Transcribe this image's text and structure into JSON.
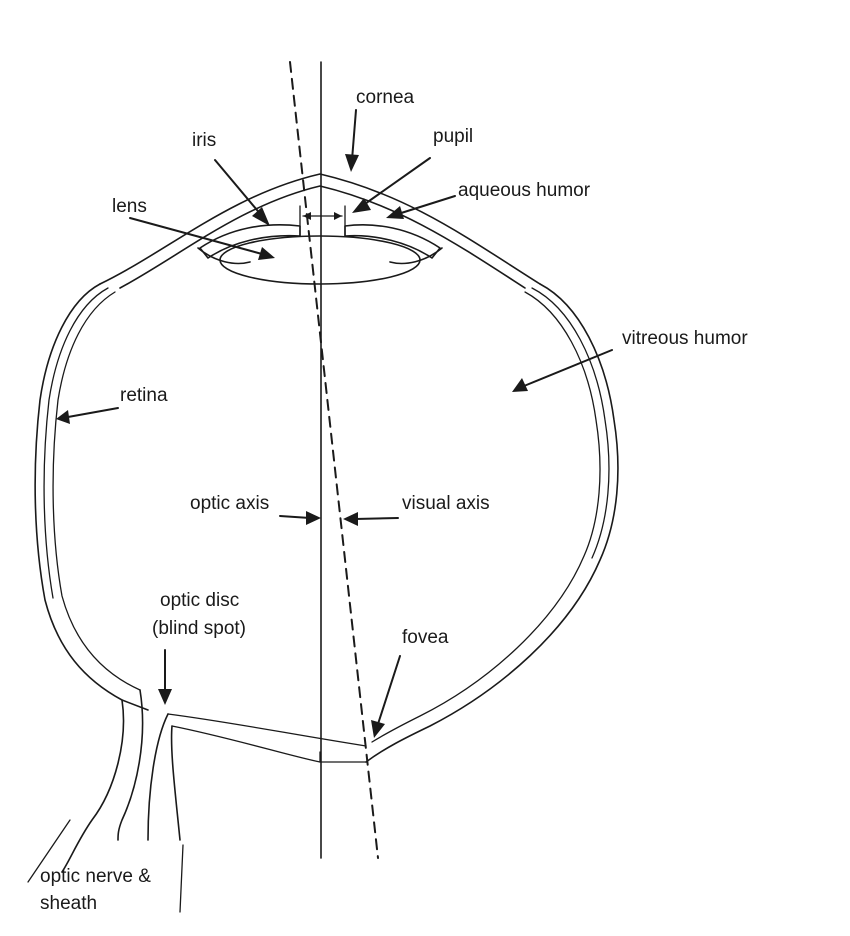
{
  "labels": {
    "cornea": "cornea",
    "iris": "iris",
    "pupil": "pupil",
    "aqueous_humor": "aqueous humor",
    "lens": "lens",
    "vitreous_humor": "vitreous humor",
    "retina": "retina",
    "optic_axis": "optic axis",
    "visual_axis": "visual axis",
    "optic_disc_line1": "optic disc",
    "optic_disc_line2": "(blind spot)",
    "fovea": "fovea",
    "optic_nerve_line1": "optic nerve &",
    "optic_nerve_line2": "sheath"
  }
}
